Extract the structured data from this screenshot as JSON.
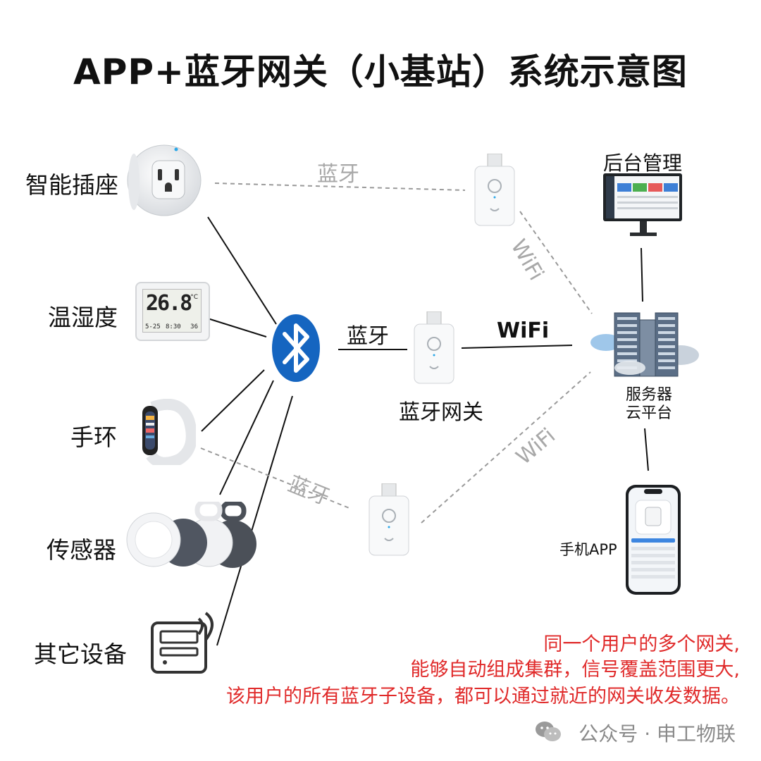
{
  "title": "APP+蓝牙网关（小基站）系统示意图",
  "devices": {
    "smart_plug": "智能插座",
    "thermo_hygrometer": "温湿度",
    "band": "手环",
    "sensor": "传感器",
    "other": "其它设备"
  },
  "thermometer_display": {
    "temp": "26.8",
    "unit": "°C",
    "date": "5-25",
    "time": "8:30",
    "humidity": "36"
  },
  "links": {
    "bluetooth_top": "蓝牙",
    "bluetooth_mid": "蓝牙",
    "bluetooth_bottom": "蓝牙",
    "wifi_mid": "WiFi",
    "wifi_top": "WiFi",
    "wifi_bottom": "WiFi"
  },
  "gateway_label": "蓝牙网关",
  "backend_label": "后台管理",
  "server_label_line1": "服务器",
  "server_label_line2": "云平台",
  "phone_label": "手机APP",
  "note_lines": [
    "同一个用户的多个网关,",
    "能够自动组成集群，信号覆盖范围更大,",
    "该用户的所有蓝牙子设备，都可以通过就近的网关收发数据。"
  ],
  "watermark": "公众号 · 申工物联",
  "colors": {
    "bluetooth_blue": "#1565c0",
    "note_red": "#e02a2a",
    "faint_gray": "#a8a8a8"
  }
}
